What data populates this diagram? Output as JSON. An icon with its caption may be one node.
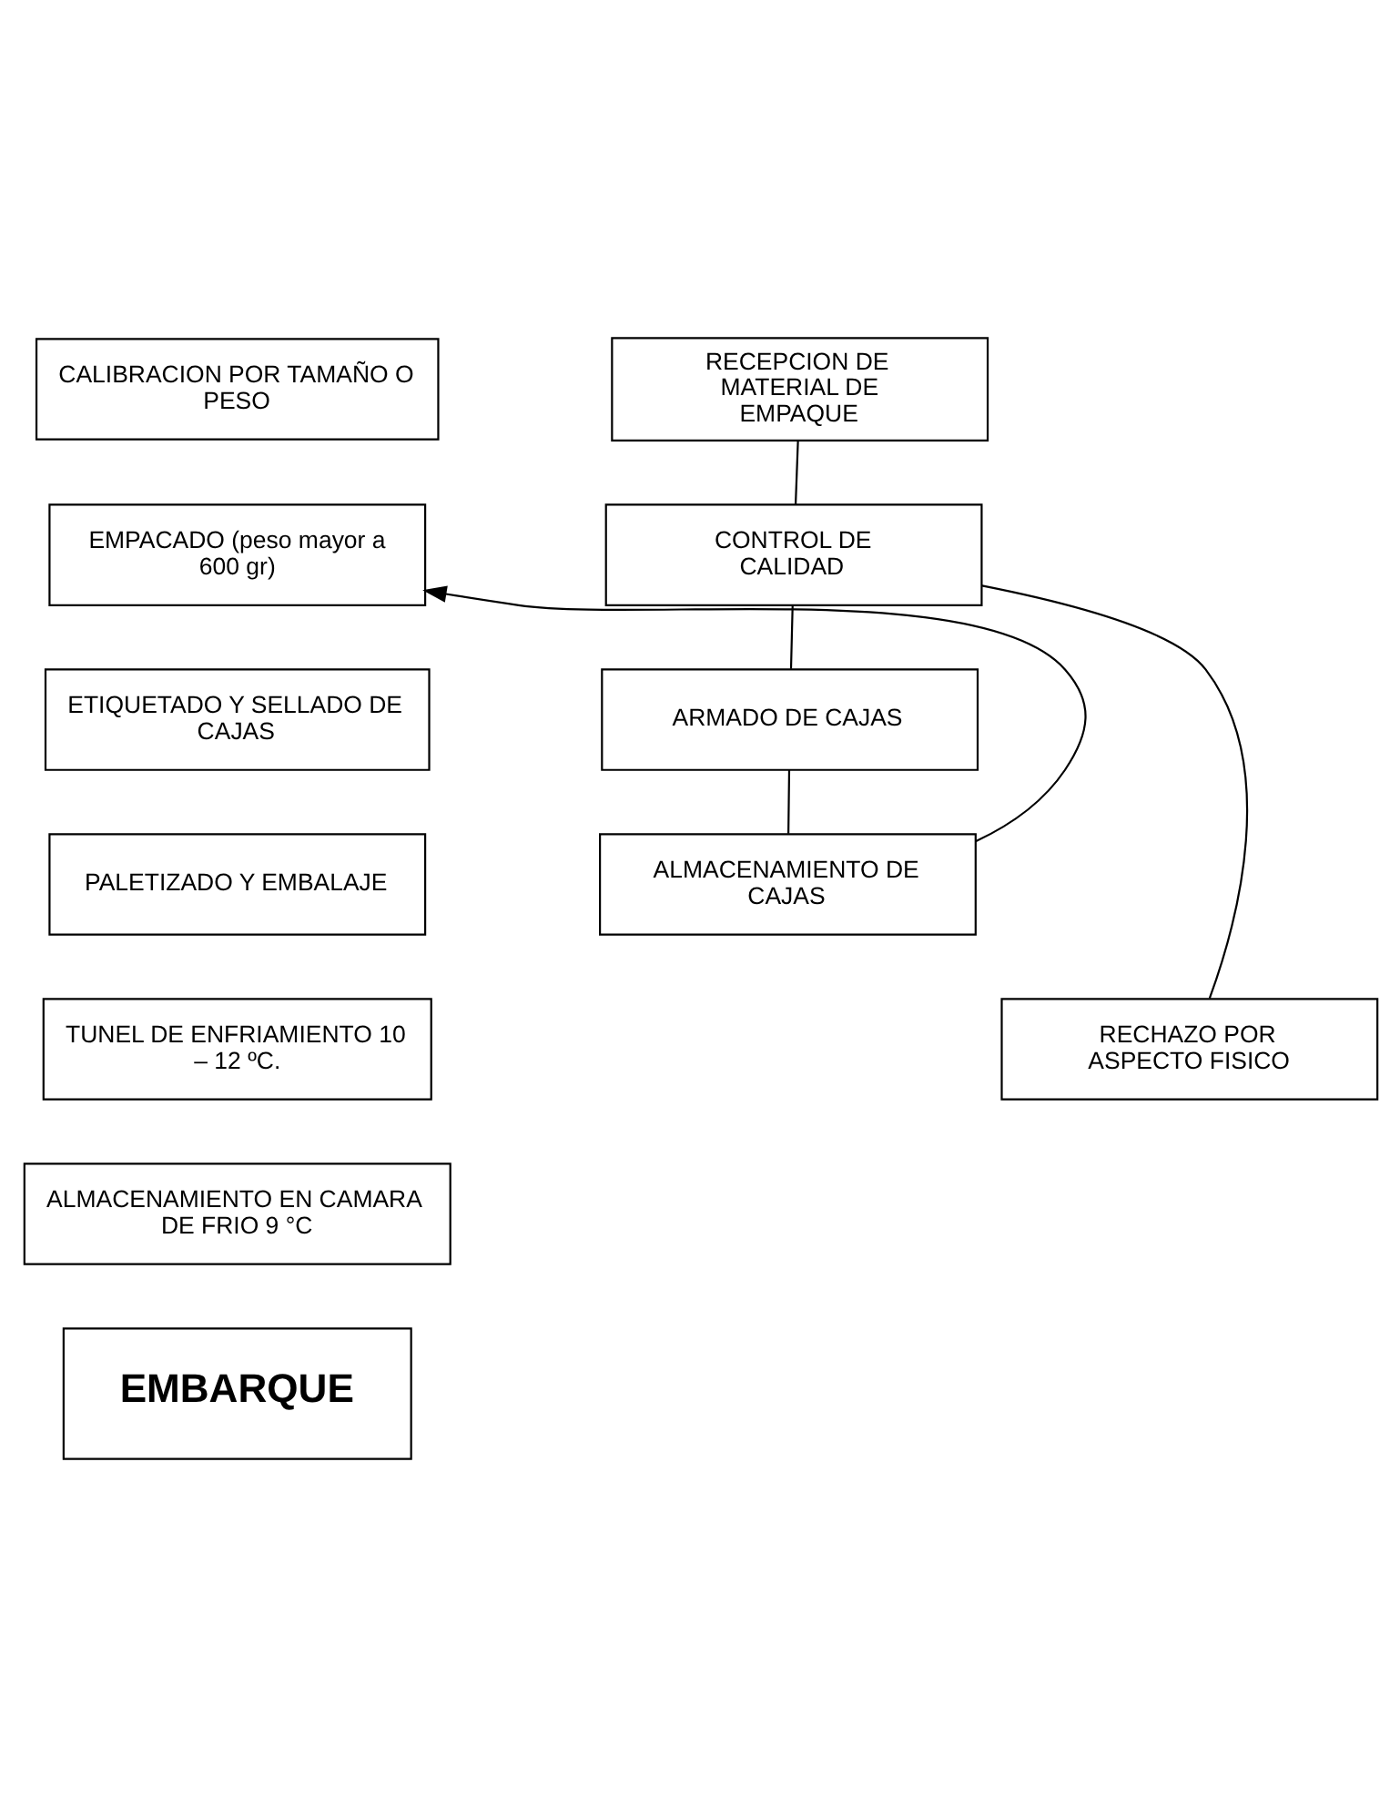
{
  "diagram": {
    "nodes": [
      {
        "text": [
          "CALIBRACION POR TAMAÑO O PESO"
        ]
      },
      {
        "text": [
          "EMPACADO (peso mayor a 600 gr)"
        ]
      },
      {
        "text": [
          "ETIQUETADO Y SELLADO DE CAJAS"
        ]
      },
      {
        "text": [
          "PALETIZADO Y EMBALAJE"
        ]
      },
      {
        "text": [
          "TUNEL DE ENFRIAMIENTO 10 – 12 ºC."
        ]
      },
      {
        "text": [
          "ALMACENAMIENTO EN CAMARA DE FRIO 9 °C"
        ]
      },
      {
        "text": [
          "EMBARQUE"
        ]
      },
      {
        "text": [
          "RECEPCION DE MATERIAL DE EMPAQUE"
        ]
      },
      {
        "text": [
          "CONTROL DE CALIDAD"
        ]
      },
      {
        "text": [
          "ARMADO DE CAJAS"
        ]
      },
      {
        "text": [
          "ALMACENAMIENTO DE CAJAS"
        ]
      },
      {
        "text": [
          "RECHAZO POR ASPECTO FISICO"
        ]
      }
    ],
    "edges": [
      {
        "from": 7,
        "to": 8,
        "arrow": "none"
      },
      {
        "from": 8,
        "to": 9,
        "arrow": "none"
      },
      {
        "from": 9,
        "to": 10,
        "arrow": "none"
      },
      {
        "from": 10,
        "to": 1,
        "arrow": "to"
      },
      {
        "from": 8,
        "to": 11,
        "arrow": "none"
      }
    ]
  }
}
